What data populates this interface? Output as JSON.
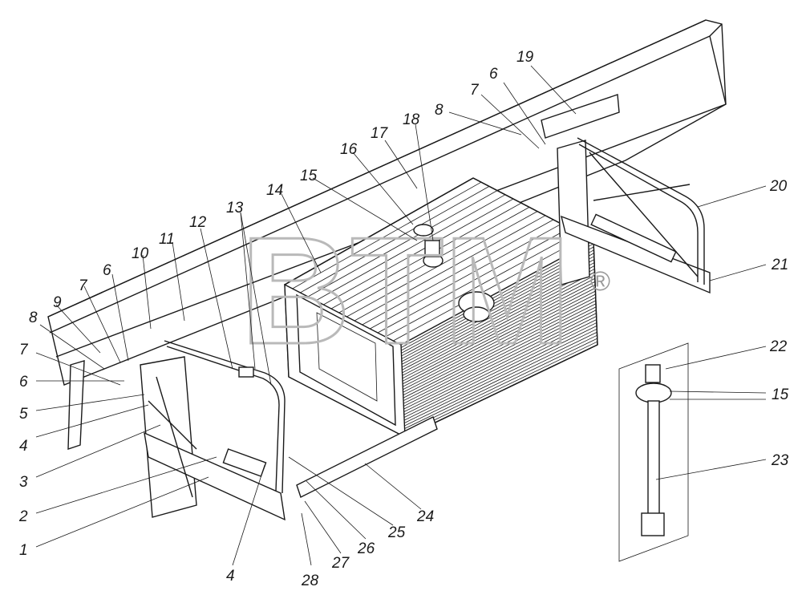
{
  "watermark": {
    "text": "BTM",
    "reg_mark": "®"
  },
  "callouts": [
    {
      "id": "c19",
      "label": "19"
    },
    {
      "id": "c6a",
      "label": "6"
    },
    {
      "id": "c7a",
      "label": "7"
    },
    {
      "id": "c8a",
      "label": "8"
    },
    {
      "id": "c18",
      "label": "18"
    },
    {
      "id": "c17",
      "label": "17"
    },
    {
      "id": "c16",
      "label": "16"
    },
    {
      "id": "c15a",
      "label": "15"
    },
    {
      "id": "c14",
      "label": "14"
    },
    {
      "id": "c13",
      "label": "13"
    },
    {
      "id": "c12",
      "label": "12"
    },
    {
      "id": "c11",
      "label": "11"
    },
    {
      "id": "c10",
      "label": "10"
    },
    {
      "id": "c6b",
      "label": "6"
    },
    {
      "id": "c7b",
      "label": "7"
    },
    {
      "id": "c9",
      "label": "9"
    },
    {
      "id": "c8b",
      "label": "8"
    },
    {
      "id": "c7c",
      "label": "7"
    },
    {
      "id": "c6c",
      "label": "6"
    },
    {
      "id": "c5",
      "label": "5"
    },
    {
      "id": "c4a",
      "label": "4"
    },
    {
      "id": "c3",
      "label": "3"
    },
    {
      "id": "c2",
      "label": "2"
    },
    {
      "id": "c1",
      "label": "1"
    },
    {
      "id": "c4b",
      "label": "4"
    },
    {
      "id": "c28",
      "label": "28"
    },
    {
      "id": "c27",
      "label": "27"
    },
    {
      "id": "c26",
      "label": "26"
    },
    {
      "id": "c25",
      "label": "25"
    },
    {
      "id": "c24",
      "label": "24"
    },
    {
      "id": "c20",
      "label": "20"
    },
    {
      "id": "c21",
      "label": "21"
    },
    {
      "id": "c22",
      "label": "22"
    },
    {
      "id": "c15b",
      "label": "15"
    },
    {
      "id": "c23",
      "label": "23"
    }
  ]
}
